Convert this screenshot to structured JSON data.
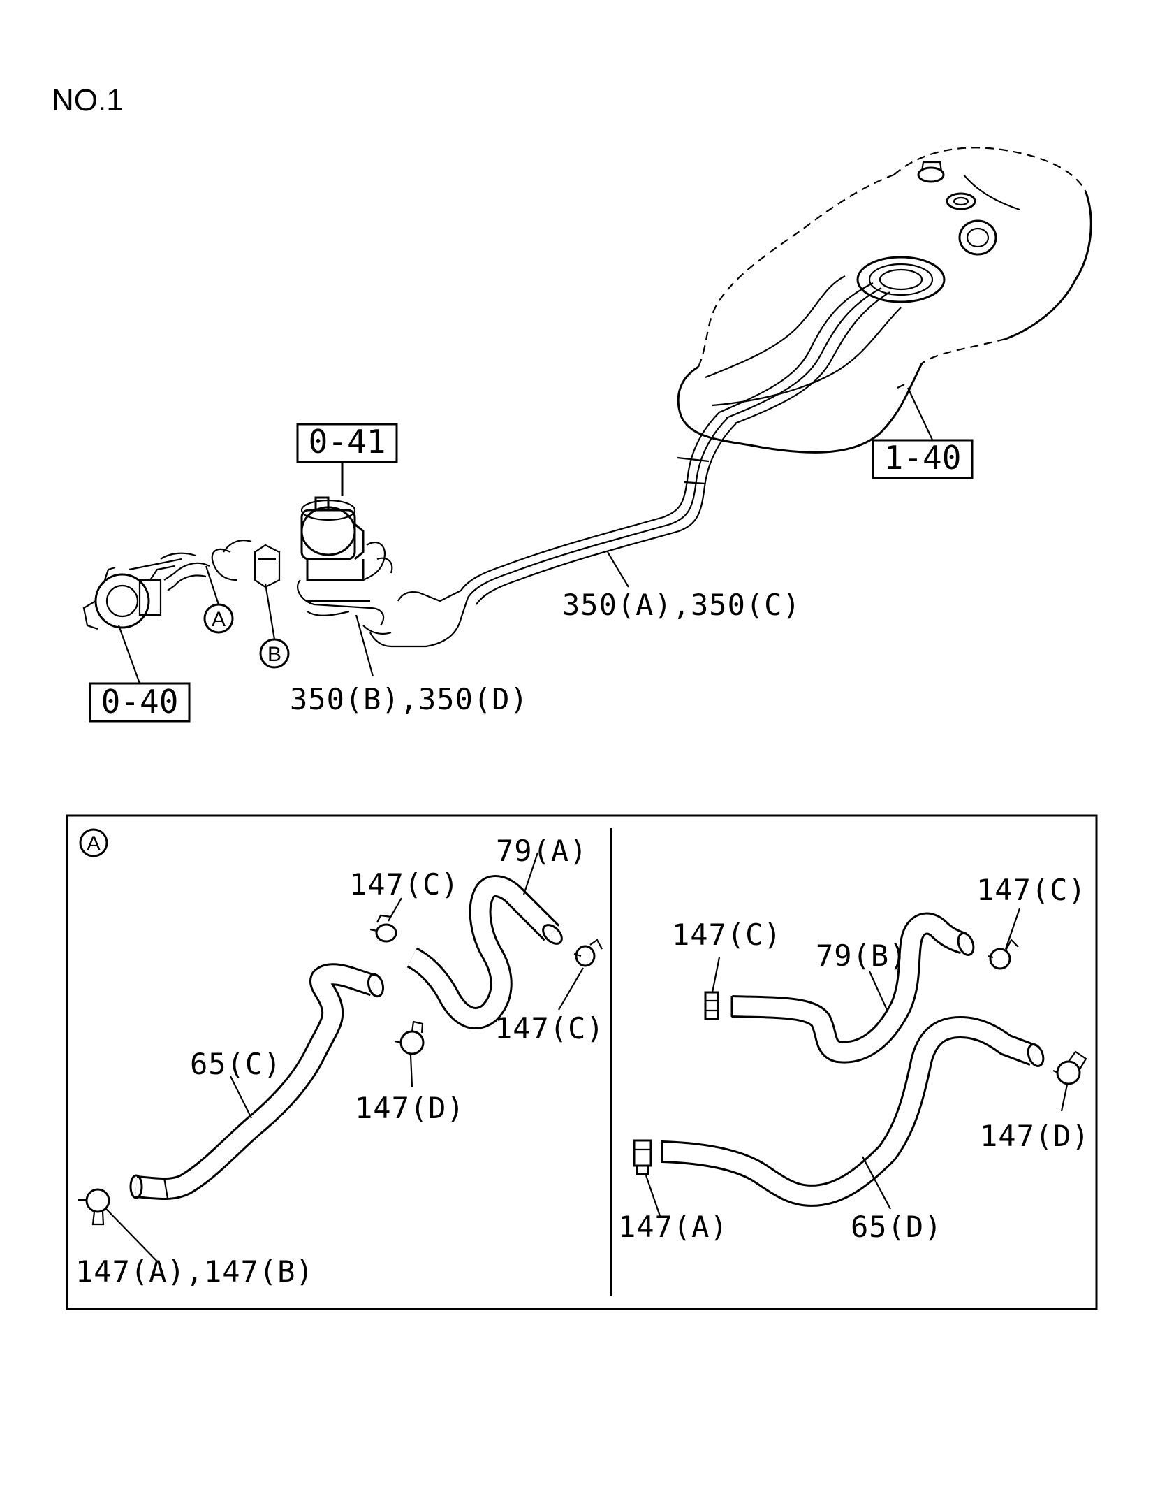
{
  "page_label": "NO.1",
  "refs": {
    "r041": "0-41",
    "r140": "1-40",
    "r040": "0-40"
  },
  "callouts": {
    "a": "A",
    "b": "B"
  },
  "labels": {
    "pipes_ac": "350(A),350(C)",
    "pipes_bd": "350(B),350(D)",
    "detail_left": {
      "hose_79a": "79(A)",
      "clip_147c_top": "147(C)",
      "clip_147c_right": "147(C)",
      "hose_65c": "65(C)",
      "clip_147d": "147(D)",
      "clip_147ab": "147(A),147(B)"
    },
    "detail_right": {
      "clip_147c_left": "147(C)",
      "clip_147c_right": "147(C)",
      "hose_79b": "79(B)",
      "clip_147d": "147(D)",
      "clip_147a": "147(A)",
      "hose_65d": "65(D)"
    }
  },
  "detail_marker": "A",
  "colors": {
    "ink": "#000000",
    "paper": "#ffffff"
  }
}
